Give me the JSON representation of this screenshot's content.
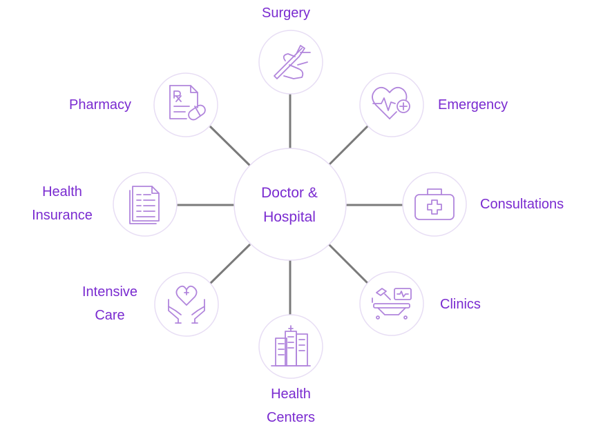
{
  "center": {
    "line1": "Doctor &",
    "line2": "Hospital"
  },
  "nodes": {
    "surgery": {
      "label": "Surgery",
      "icon": "scalpel-hand-icon"
    },
    "emergency": {
      "label": "Emergency",
      "icon": "heart-pulse-plus-icon"
    },
    "consultations": {
      "label": "Consultations",
      "icon": "medical-kit-icon"
    },
    "clinics": {
      "label": "Clinics",
      "icon": "hospital-bed-monitor-icon"
    },
    "health_centers": {
      "line1": "Health",
      "line2": "Centers",
      "icon": "buildings-icon"
    },
    "intensive_care": {
      "line1": "Intensive",
      "line2": "Care",
      "icon": "hands-heart-icon"
    },
    "health_insurance": {
      "line1": "Health",
      "line2": "Insurance",
      "icon": "documents-icon"
    },
    "pharmacy": {
      "label": "Pharmacy",
      "icon": "prescription-pill-icon"
    }
  },
  "colors": {
    "label": "#7a2bd0",
    "icon": "#b185dc",
    "circle_border": "#e7ddf4",
    "connector": "#7a7a7a"
  }
}
